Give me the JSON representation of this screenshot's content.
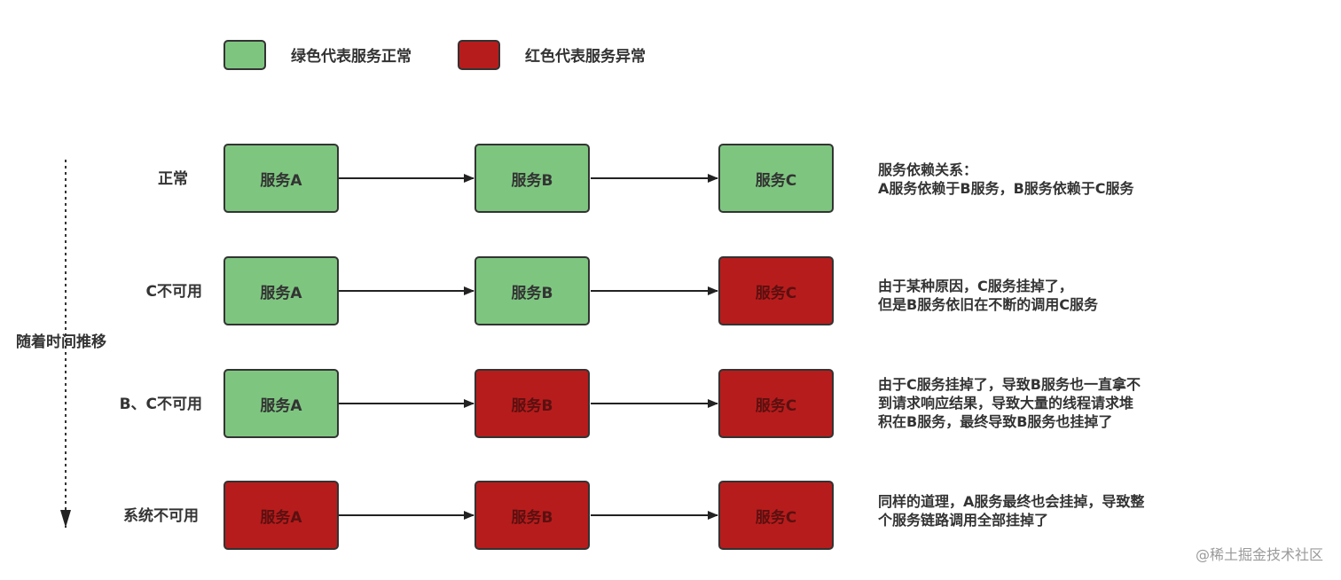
{
  "colors": {
    "normal": "#7ec680",
    "abnormal": "#b71c1c"
  },
  "legend": {
    "normal_label": "绿色代表服务正常",
    "abnormal_label": "红色代表服务异常"
  },
  "timeline_label": "随着时间推移",
  "rows": [
    {
      "label": "正常",
      "services": [
        {
          "name": "服务A",
          "status": "normal"
        },
        {
          "name": "服务B",
          "status": "normal"
        },
        {
          "name": "服务C",
          "status": "normal"
        }
      ],
      "description": "服务依赖关系：\nA服务依赖于B服务，B服务依赖于C服务"
    },
    {
      "label": "C不可用",
      "services": [
        {
          "name": "服务A",
          "status": "normal"
        },
        {
          "name": "服务B",
          "status": "normal"
        },
        {
          "name": "服务C",
          "status": "abnormal"
        }
      ],
      "description": "由于某种原因，C服务挂掉了，\n但是B服务依旧在不断的调用C服务"
    },
    {
      "label": "B、C不可用",
      "services": [
        {
          "name": "服务A",
          "status": "normal"
        },
        {
          "name": "服务B",
          "status": "abnormal"
        },
        {
          "name": "服务C",
          "status": "abnormal"
        }
      ],
      "description": "由于C服务挂掉了，导致B服务也一直拿不\n到请求响应结果，导致大量的线程请求堆\n积在B服务，最终导致B服务也挂掉了"
    },
    {
      "label": "系统不可用",
      "services": [
        {
          "name": "服务A",
          "status": "abnormal"
        },
        {
          "name": "服务B",
          "status": "abnormal"
        },
        {
          "name": "服务C",
          "status": "abnormal"
        }
      ],
      "description": "同样的道理，A服务最终也会挂掉，导致整\n个服务链路调用全部挂掉了"
    }
  ],
  "watermark": "@稀土掘金技术社区"
}
